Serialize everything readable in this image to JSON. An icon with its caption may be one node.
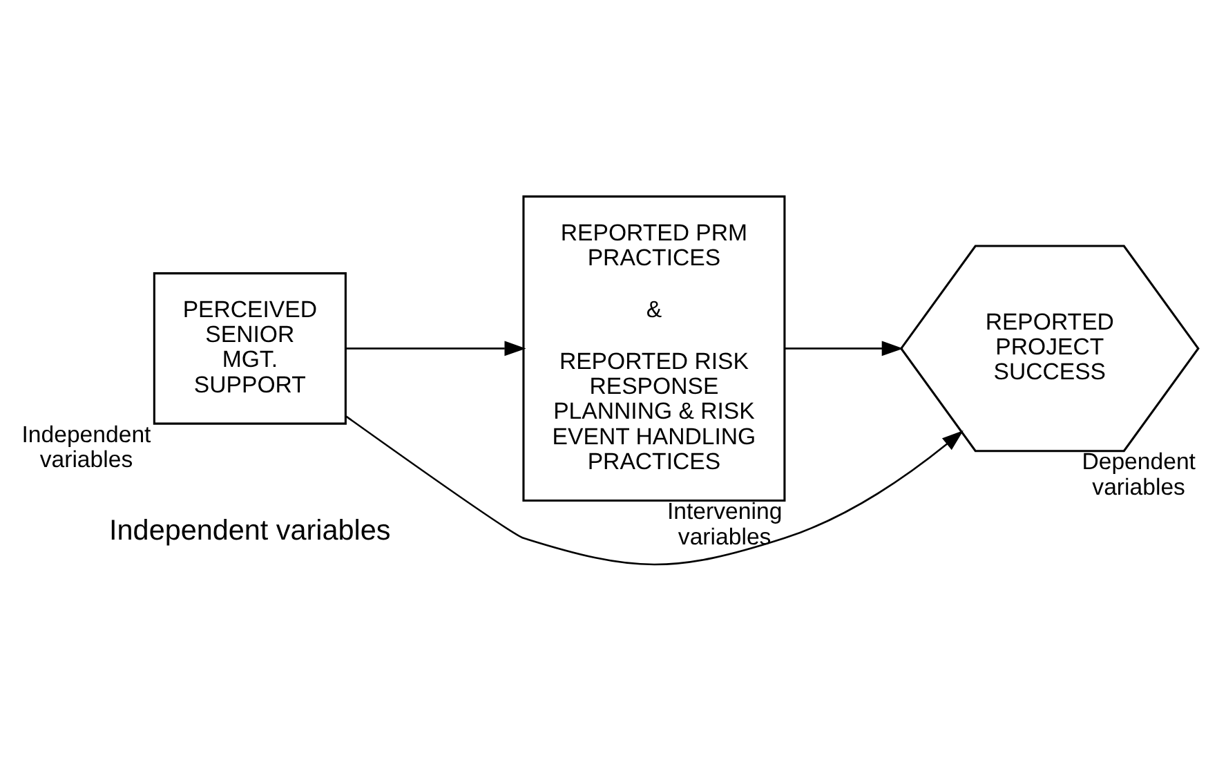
{
  "diagram": {
    "nodes": [
      {
        "text": [
          "PERCEIVED SENIOR MGT. SUPPORT"
        ],
        "beside": [
          "Independent variables"
        ]
      },
      {
        "text": [
          "REPORTED PRM PRACTICES",
          "&",
          "REPORTED RISK RESPONSE PLANNING & RISK EVENT HANDLING PRACTICES"
        ],
        "beside": [
          "Intervening variables"
        ]
      },
      {
        "text": [
          "REPORTED PROJECT SUCCESS"
        ],
        "beside": [
          "Dependent variables"
        ]
      }
    ],
    "edges": [
      {
        "from": 0,
        "to": 1,
        "arrow": "to"
      },
      {
        "from": 1,
        "to": 2,
        "arrow": "to"
      },
      {
        "from": 0,
        "to": 2,
        "arrow": "to"
      }
    ],
    "labels": [
      "Independent variables"
    ]
  }
}
